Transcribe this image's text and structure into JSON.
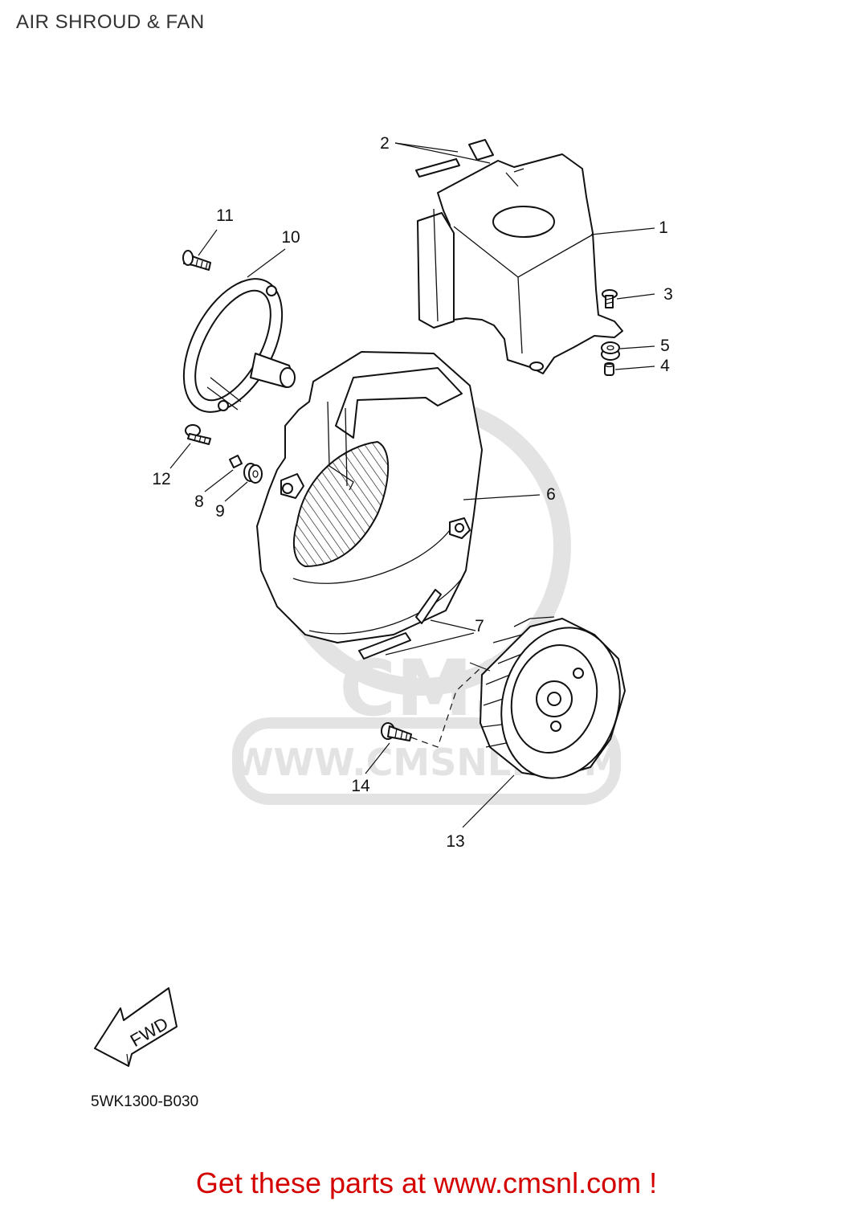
{
  "title": "AIR SHROUD & FAN",
  "diagram_code": "5WK1300-B030",
  "promo_text": "Get these parts at www.cmsnl.com !",
  "watermark": {
    "text": "WWW.CMSNL.COM",
    "logo": "CMS"
  },
  "fwd_label": "FWD",
  "callouts": {
    "c1": "1",
    "c2": "2",
    "c3": "3",
    "c4": "4",
    "c5": "5",
    "c6": "6",
    "c7": "7",
    "c8": "8",
    "c9": "9",
    "c10": "10",
    "c11": "11",
    "c12": "12",
    "c13": "13",
    "c14": "14"
  },
  "colors": {
    "promo": "#d40000",
    "watermark": "#e3e3e3",
    "line": "#111111"
  }
}
